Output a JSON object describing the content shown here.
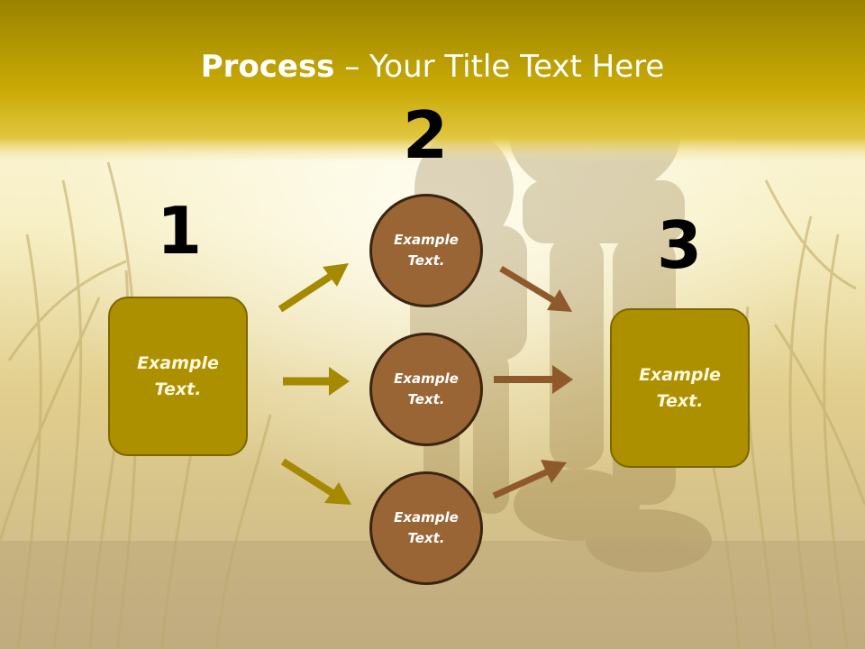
{
  "slide": {
    "title_bold": "Process",
    "title_rest": " – Your Title Text Here",
    "steps": [
      {
        "number": "1",
        "text": "Example Text."
      },
      {
        "number": "2",
        "text": "Example Text."
      },
      {
        "number": "3",
        "text": "Example Text."
      }
    ],
    "circles": [
      {
        "text": "Example Text."
      },
      {
        "text": "Example Text."
      },
      {
        "text": "Example Text."
      }
    ]
  },
  "colors": {
    "header_gold": "#c8a800",
    "box_fill": "#ad9000",
    "circle_fill": "#9a6535",
    "arrow_gold": "#a48a00",
    "arrow_brown": "#8e5a2c"
  }
}
